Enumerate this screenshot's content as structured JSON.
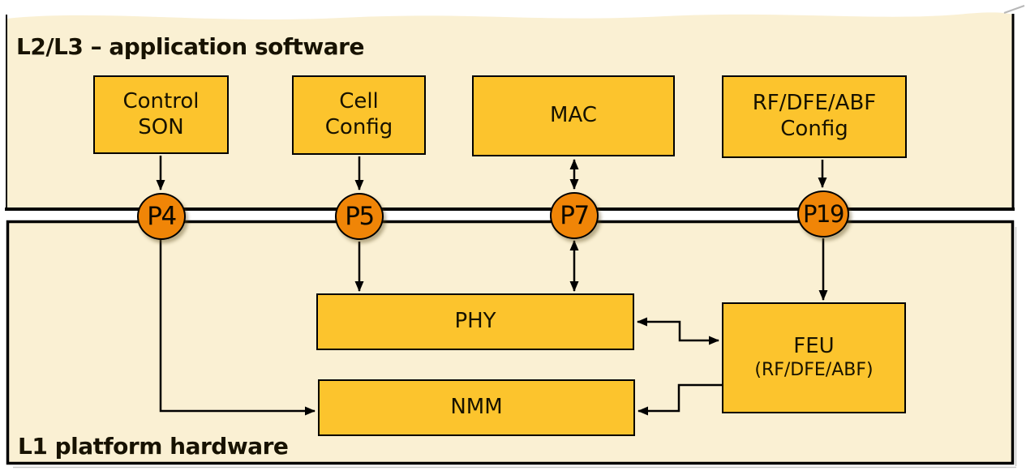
{
  "sections": {
    "l2l3": {
      "title": "L2/L3 – application software"
    },
    "l1": {
      "title": "L1 platform hardware"
    }
  },
  "blocks": {
    "control_son": {
      "line1": "Control",
      "line2": "SON"
    },
    "cell_config": {
      "line1": "Cell",
      "line2": "Config"
    },
    "mac": {
      "label": "MAC"
    },
    "rf_dfe_abf_config": {
      "line1": "RF/DFE/ABF",
      "line2": "Config"
    },
    "phy": {
      "label": "PHY"
    },
    "nmm": {
      "label": "NMM"
    },
    "feu": {
      "line1": "FEU",
      "line2": "(RF/DFE/ABF)"
    }
  },
  "ports": {
    "p4": {
      "label": "P4"
    },
    "p5": {
      "label": "P5"
    },
    "p7": {
      "label": "P7"
    },
    "p19": {
      "label": "P19"
    }
  },
  "edges": [
    {
      "from": "Control SON",
      "to": "P4",
      "type": "arrow"
    },
    {
      "from": "Cell Config",
      "to": "P5",
      "type": "arrow"
    },
    {
      "from": "MAC",
      "to": "P7",
      "type": "double-arrow"
    },
    {
      "from": "RF/DFE/ABF Config",
      "to": "P19",
      "type": "arrow"
    },
    {
      "from": "P4",
      "to": "NMM",
      "type": "arrow"
    },
    {
      "from": "P5",
      "to": "PHY",
      "type": "arrow"
    },
    {
      "from": "P7",
      "to": "PHY",
      "type": "double-arrow"
    },
    {
      "from": "P19",
      "to": "FEU",
      "type": "arrow"
    },
    {
      "from": "PHY",
      "to": "FEU",
      "type": "double-arrow"
    },
    {
      "from": "FEU",
      "to": "NMM",
      "type": "arrow"
    }
  ],
  "colors": {
    "block_fill": "#FCC42D",
    "port_fill": "#F08507",
    "section_fill": "#FAF0D3",
    "line": "#000000"
  }
}
